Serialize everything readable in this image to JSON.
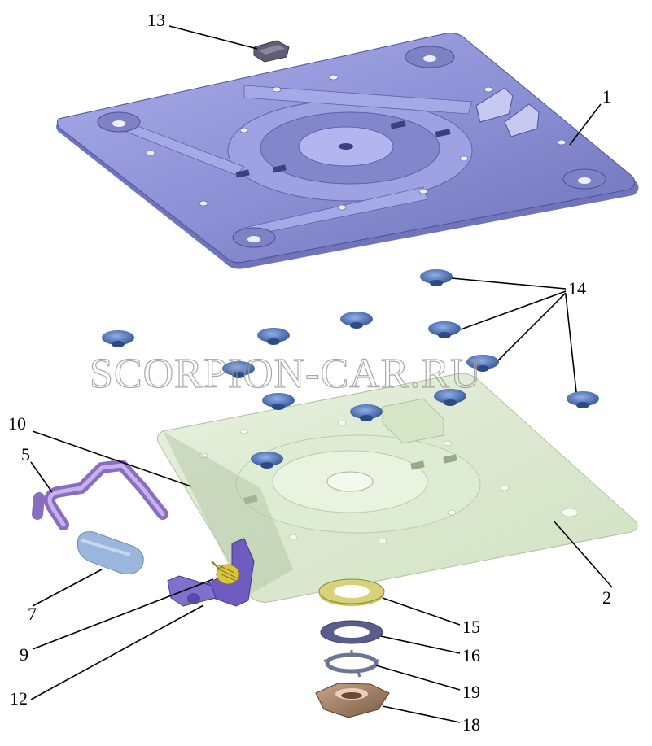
{
  "watermark": "SCORPION-CAR.RU",
  "callouts": {
    "p1": "1",
    "p2": "2",
    "p5": "5",
    "p7": "7",
    "p9": "9",
    "p10": "10",
    "p12": "12",
    "p13": "13",
    "p14": "14",
    "p15": "15",
    "p16": "16",
    "p18": "18",
    "p19": "19"
  },
  "colors": {
    "upper_plate": "#8a8fd4",
    "upper_plate_dark": "#5d62a8",
    "lower_plate": "#d6e6c8",
    "clip": "#4f6fb0",
    "rod": "#a58ad2",
    "handle": "#9ab6dc",
    "washer_yellow": "#d8d27a",
    "washer_blue": "#585d8e",
    "nut": "#a9866c",
    "spring": "#d8c640"
  }
}
